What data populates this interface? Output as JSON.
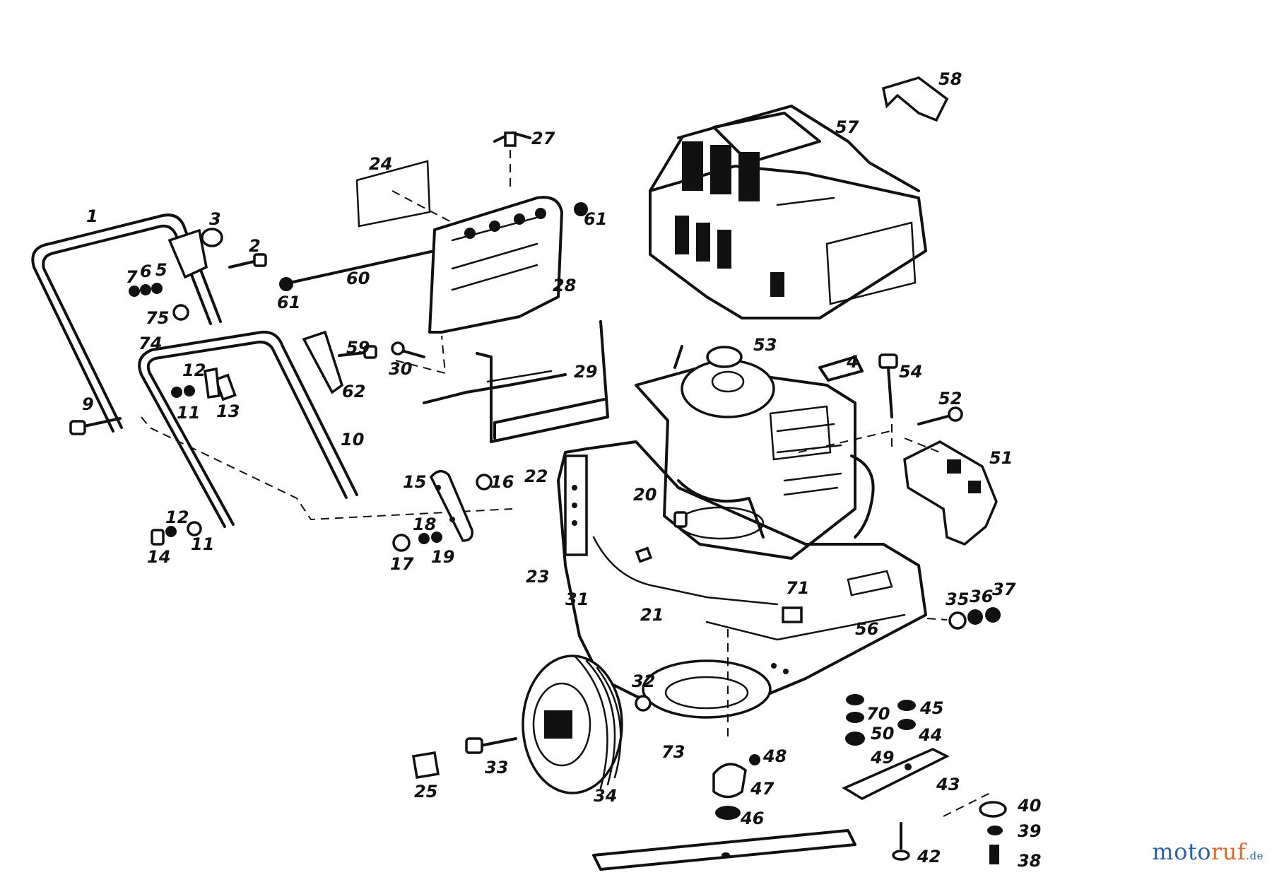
{
  "diagram": {
    "parts": [
      {
        "id": "p1",
        "label": "1"
      },
      {
        "id": "p2",
        "label": "2"
      },
      {
        "id": "p3",
        "label": "3"
      },
      {
        "id": "p5",
        "label": "5"
      },
      {
        "id": "p6",
        "label": "6"
      },
      {
        "id": "p7",
        "label": "7"
      },
      {
        "id": "p9",
        "label": "9"
      },
      {
        "id": "p10",
        "label": "10"
      },
      {
        "id": "p11a",
        "label": "11"
      },
      {
        "id": "p11b",
        "label": "11"
      },
      {
        "id": "p12a",
        "label": "12"
      },
      {
        "id": "p12b",
        "label": "12"
      },
      {
        "id": "p13",
        "label": "13"
      },
      {
        "id": "p14",
        "label": "14"
      },
      {
        "id": "p15",
        "label": "15"
      },
      {
        "id": "p16",
        "label": "16"
      },
      {
        "id": "p17",
        "label": "17"
      },
      {
        "id": "p18",
        "label": "18"
      },
      {
        "id": "p19",
        "label": "19"
      },
      {
        "id": "p20",
        "label": "20"
      },
      {
        "id": "p21",
        "label": "21"
      },
      {
        "id": "p22",
        "label": "22"
      },
      {
        "id": "p23",
        "label": "23"
      },
      {
        "id": "p24",
        "label": "24"
      },
      {
        "id": "p25",
        "label": "25"
      },
      {
        "id": "p27",
        "label": "27"
      },
      {
        "id": "p28",
        "label": "28"
      },
      {
        "id": "p29",
        "label": "29"
      },
      {
        "id": "p30",
        "label": "30"
      },
      {
        "id": "p31",
        "label": "31"
      },
      {
        "id": "p32",
        "label": "32"
      },
      {
        "id": "p33",
        "label": "33"
      },
      {
        "id": "p34",
        "label": "34"
      },
      {
        "id": "p35",
        "label": "35"
      },
      {
        "id": "p36",
        "label": "36"
      },
      {
        "id": "p37",
        "label": "37"
      },
      {
        "id": "p38",
        "label": "38"
      },
      {
        "id": "p39",
        "label": "39"
      },
      {
        "id": "p40",
        "label": "40"
      },
      {
        "id": "p42",
        "label": "42"
      },
      {
        "id": "p43",
        "label": "43"
      },
      {
        "id": "p44",
        "label": "44"
      },
      {
        "id": "p45",
        "label": "45"
      },
      {
        "id": "p46",
        "label": "46"
      },
      {
        "id": "p47",
        "label": "47"
      },
      {
        "id": "p48",
        "label": "48"
      },
      {
        "id": "p49",
        "label": "49"
      },
      {
        "id": "p50",
        "label": "50"
      },
      {
        "id": "p51",
        "label": "51"
      },
      {
        "id": "p52",
        "label": "52"
      },
      {
        "id": "p53",
        "label": "53"
      },
      {
        "id": "p54",
        "label": "54"
      },
      {
        "id": "p56",
        "label": "56"
      },
      {
        "id": "p57",
        "label": "57"
      },
      {
        "id": "p58",
        "label": "58"
      },
      {
        "id": "p59",
        "label": "59"
      },
      {
        "id": "p60",
        "label": "60"
      },
      {
        "id": "p61a",
        "label": "61"
      },
      {
        "id": "p61b",
        "label": "61"
      },
      {
        "id": "p62",
        "label": "62"
      },
      {
        "id": "p70",
        "label": "70"
      },
      {
        "id": "p71",
        "label": "71"
      },
      {
        "id": "p73",
        "label": "73"
      },
      {
        "id": "p74",
        "label": "74"
      },
      {
        "id": "p75",
        "label": "75"
      },
      {
        "id": "p4",
        "label": "4"
      }
    ]
  },
  "watermark": {
    "part1": "moto",
    "part2": "ruf",
    "part3": ".de"
  }
}
